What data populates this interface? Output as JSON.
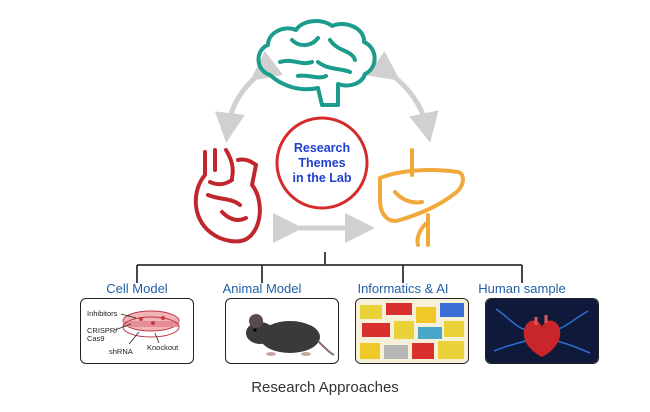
{
  "center": {
    "line1": "Research",
    "line2": "Themes",
    "line3": "in the Lab"
  },
  "themes": [
    "brain",
    "heart",
    "liver"
  ],
  "colors": {
    "brain": "#1c9c8c",
    "heart": "#c0272d",
    "liver": "#f2a93b",
    "center_ring": "#d62b2b",
    "center_text": "#1f3fd1",
    "arrows": "#d0d0d0",
    "approach_text": "#1f5fa8",
    "tree": "#333333"
  },
  "approaches": [
    {
      "label": "Cell Model"
    },
    {
      "label": "Animal Model"
    },
    {
      "label": "Informatics & AI"
    },
    {
      "label": "Human sample"
    }
  ],
  "cell_model": {
    "inhibitors": "Inhibitors",
    "crispr1": "CRISPR/",
    "crispr2": "Cas9",
    "shrna": "shRNA",
    "knockout": "Knockout"
  },
  "footer": "Research Approaches"
}
